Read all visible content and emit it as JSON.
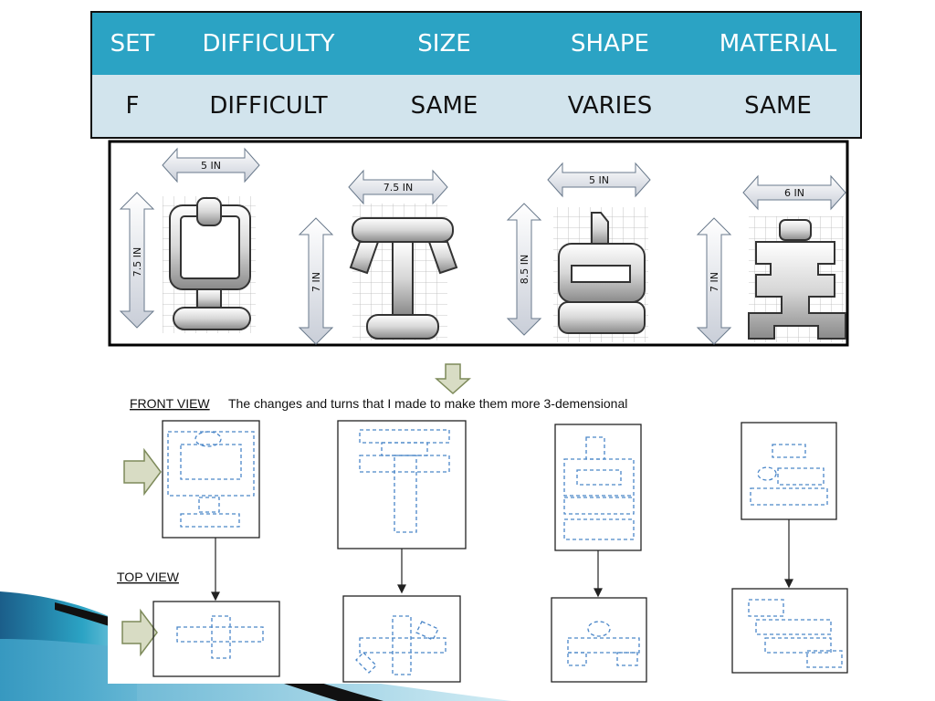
{
  "table": {
    "headers": [
      "SET",
      "DIFFICULTY",
      "SIZE",
      "SHAPE",
      "MATERIAL"
    ],
    "row": [
      "F",
      "DIFFICULT",
      "SAME",
      "VARIES",
      "SAME"
    ]
  },
  "figures": [
    {
      "width_label": "5 IN",
      "height_label": "7.5 IN"
    },
    {
      "width_label": "7.5 IN",
      "height_label": "7 IN"
    },
    {
      "width_label": "5 IN",
      "height_label": "8.5 IN"
    },
    {
      "width_label": "6 IN",
      "height_label": "7 IN"
    }
  ],
  "front_view": {
    "label": "FRONT VIEW",
    "description": "The changes and turns that I made to make them more 3-demensional"
  },
  "top_view": {
    "label": "TOP VIEW"
  },
  "colors": {
    "header_bg": "#2ba3c4",
    "row_bg": "#d2e4ed",
    "dash_blue": "#4a86c8",
    "arrow_fill": "#d8dcc4"
  }
}
